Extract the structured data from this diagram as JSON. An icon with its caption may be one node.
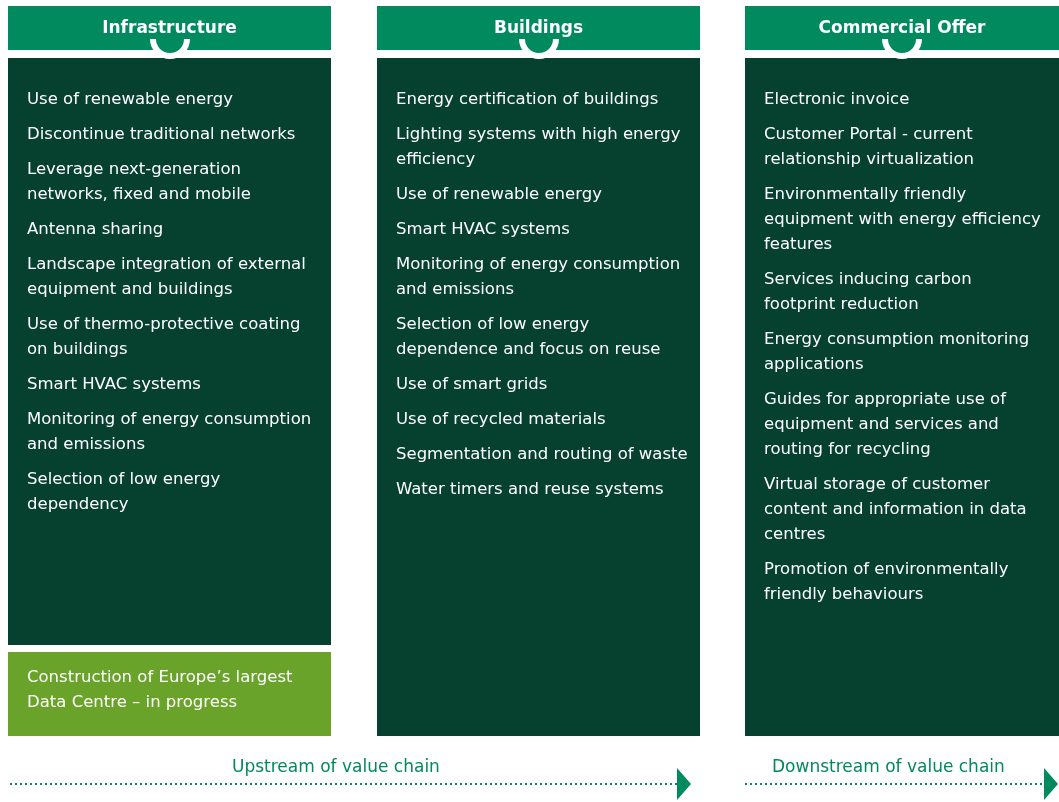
{
  "diagram": {
    "nodes": [
      {
        "text": [
          "Infrastructure"
        ]
      },
      {
        "text": [
          "Use of renewable energy",
          "Discontinue traditional networks",
          "Leverage next-generation networks, fixed and mobile",
          "Antenna sharing",
          "Landscape integration of external equipment and buildings",
          "Use of thermo-protective coating on buildings",
          "Smart HVAC systems",
          "Monitoring of energy consumption and emissions",
          "Selection of low energy dependency"
        ]
      },
      {
        "text": [
          "Construction of Europe’s largest Data Centre – in progress"
        ]
      },
      {
        "text": [
          "Buildings"
        ]
      },
      {
        "text": [
          "Energy certification of buildings",
          "Lighting systems with high energy efficiency",
          "Use of renewable energy",
          "Smart HVAC systems",
          "Monitoring of energy consumption and emissions",
          "Selection of low energy dependence and focus on reuse",
          "Use of smart grids",
          "Use of recycled materials",
          "Segmentation and routing of waste",
          "Water timers and reuse systems"
        ]
      },
      {
        "text": [
          "Commercial Offer"
        ]
      },
      {
        "text": [
          "Electronic invoice",
          "Customer Portal - current relationship virtualization",
          "Environmentally friendly equipment with energy efficiency features",
          "Services inducing  carbon footprint reduction",
          "Energy consumption monitoring applications",
          "Guides for appropriate use of equipment and services and routing for recycling",
          "Virtual storage of customer content and information in data centres",
          "Promotion of environmentally friendly behaviours"
        ]
      }
    ],
    "labels": [
      "Upstream of value chain",
      "Downstream of value chain"
    ]
  }
}
